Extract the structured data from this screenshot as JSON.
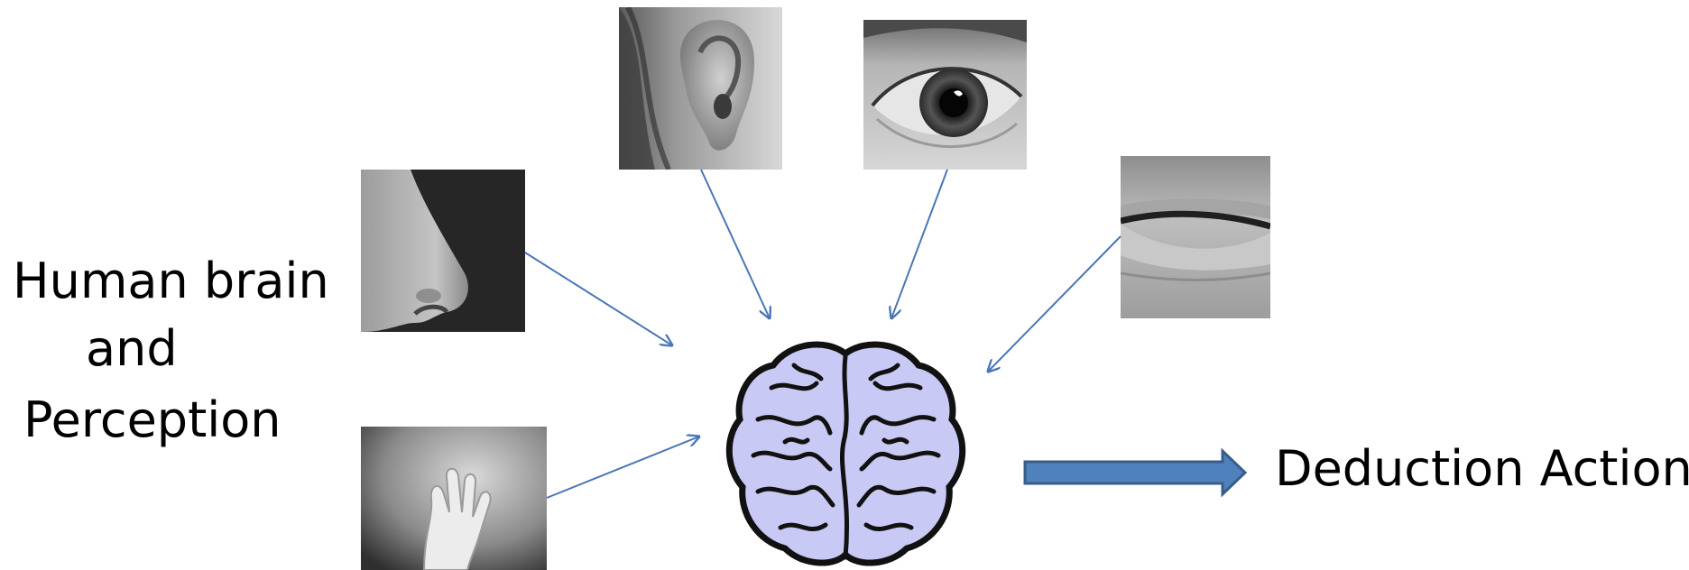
{
  "title": {
    "line1": "Human brain",
    "line2": "and",
    "line3": "Perception"
  },
  "output_label": "Deduction Action",
  "senses": [
    {
      "name": "ear",
      "icon": "ear-photo"
    },
    {
      "name": "eye",
      "icon": "eye-photo"
    },
    {
      "name": "nose",
      "icon": "nose-photo"
    },
    {
      "name": "mouth",
      "icon": "mouth-photo"
    },
    {
      "name": "hand",
      "icon": "hand-photo"
    }
  ],
  "colors": {
    "connector": "#4a76b8",
    "big_arrow_fill": "#4f81bd",
    "big_arrow_stroke": "#385d8a",
    "brain_fill": "#c9c9f5",
    "brain_stroke": "#111111"
  }
}
